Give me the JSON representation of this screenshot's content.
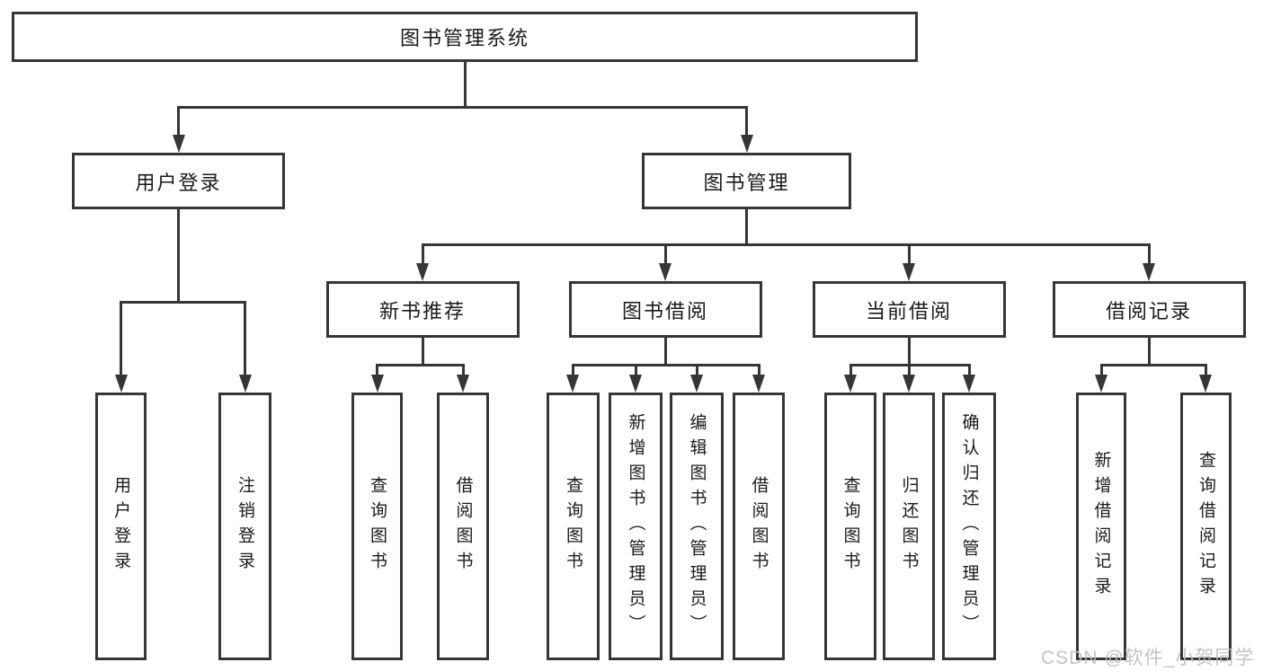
{
  "tree": {
    "root": "图书管理系统",
    "branches": [
      {
        "label": "用户登录",
        "children": [
          {
            "label": "用户登录"
          },
          {
            "label": "注销登录"
          }
        ]
      },
      {
        "label": "图书管理",
        "children": [
          {
            "label": "新书推荐",
            "children": [
              {
                "label": "查询图书"
              },
              {
                "label": "借阅图书"
              }
            ]
          },
          {
            "label": "图书借阅",
            "children": [
              {
                "label": "查询图书"
              },
              {
                "label": "新增图书（管理员）"
              },
              {
                "label": "编辑图书（管理员）"
              },
              {
                "label": "借阅图书"
              }
            ]
          },
          {
            "label": "当前借阅",
            "children": [
              {
                "label": "查询图书"
              },
              {
                "label": "归还图书"
              },
              {
                "label": "确认归还（管理员）"
              }
            ]
          },
          {
            "label": "借阅记录",
            "children": [
              {
                "label": "新增借阅记录"
              },
              {
                "label": "查询借阅记录"
              }
            ]
          }
        ]
      }
    ]
  },
  "watermark": "CSDN @软件_小贺同学",
  "colors": {
    "line": "#363636",
    "text": "#1a1a1a",
    "background": "#ffffff",
    "watermark": "#bdbdbd"
  }
}
